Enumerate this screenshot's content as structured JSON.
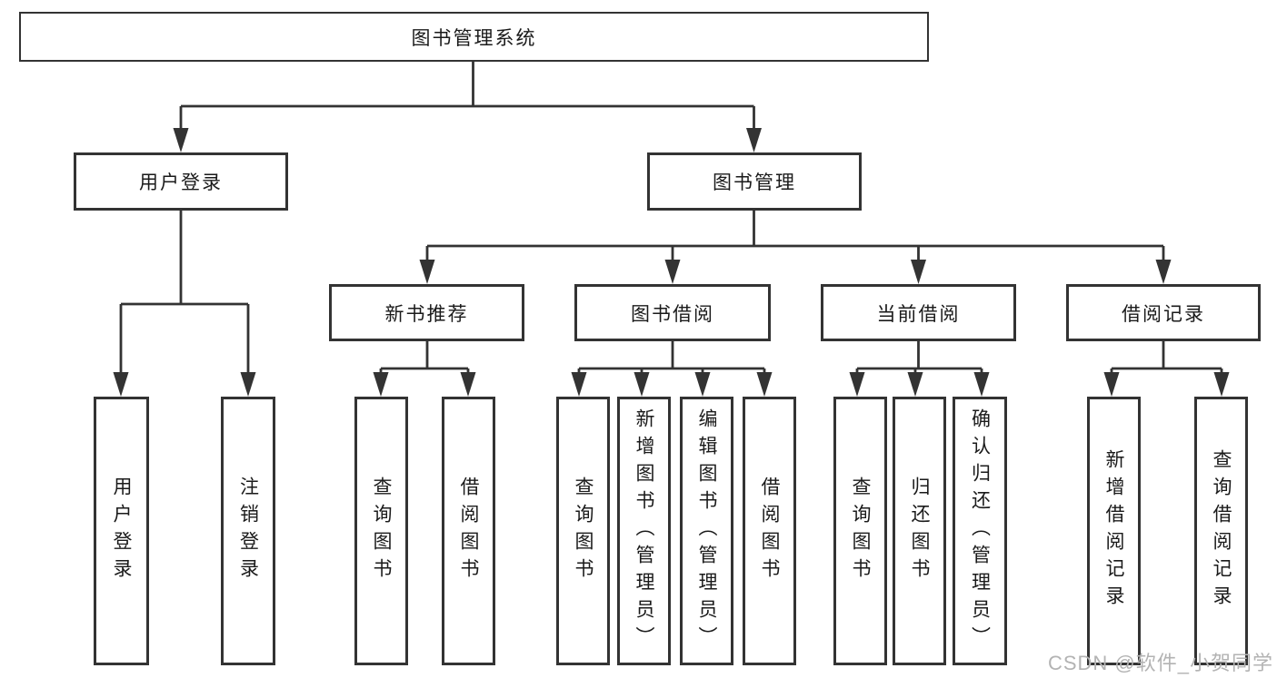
{
  "diagram": {
    "root": {
      "label": "图书管理系统"
    },
    "level2": [
      {
        "id": "user-login",
        "label": "用户登录"
      },
      {
        "id": "book-management",
        "label": "图书管理"
      }
    ],
    "level3": [
      {
        "id": "new-book-recommend",
        "label": "新书推荐"
      },
      {
        "id": "book-borrow",
        "label": "图书借阅"
      },
      {
        "id": "current-borrow",
        "label": "当前借阅"
      },
      {
        "id": "borrow-records",
        "label": "借阅记录"
      }
    ],
    "leaves": [
      {
        "group": "user-login",
        "label": "用户登录"
      },
      {
        "group": "user-login",
        "label": "注销登录"
      },
      {
        "group": "new-book-recommend",
        "label": "查询图书"
      },
      {
        "group": "new-book-recommend",
        "label": "借阅图书"
      },
      {
        "group": "book-borrow",
        "label": "查询图书"
      },
      {
        "group": "book-borrow",
        "label": "新增图书（管理员）"
      },
      {
        "group": "book-borrow",
        "label": "编辑图书（管理员）"
      },
      {
        "group": "book-borrow",
        "label": "借阅图书"
      },
      {
        "group": "current-borrow",
        "label": "查询图书"
      },
      {
        "group": "current-borrow",
        "label": "归还图书"
      },
      {
        "group": "current-borrow",
        "label": "确认归还（管理员）"
      },
      {
        "group": "borrow-records",
        "label": "新增借阅记录"
      },
      {
        "group": "borrow-records",
        "label": "查询借阅记录"
      }
    ],
    "watermark": "CSDN @软件_小贺同学",
    "colors": {
      "line": "#333333",
      "text": "#1a1a1a",
      "watermark": "#b3b3b3",
      "background": "#ffffff"
    }
  }
}
